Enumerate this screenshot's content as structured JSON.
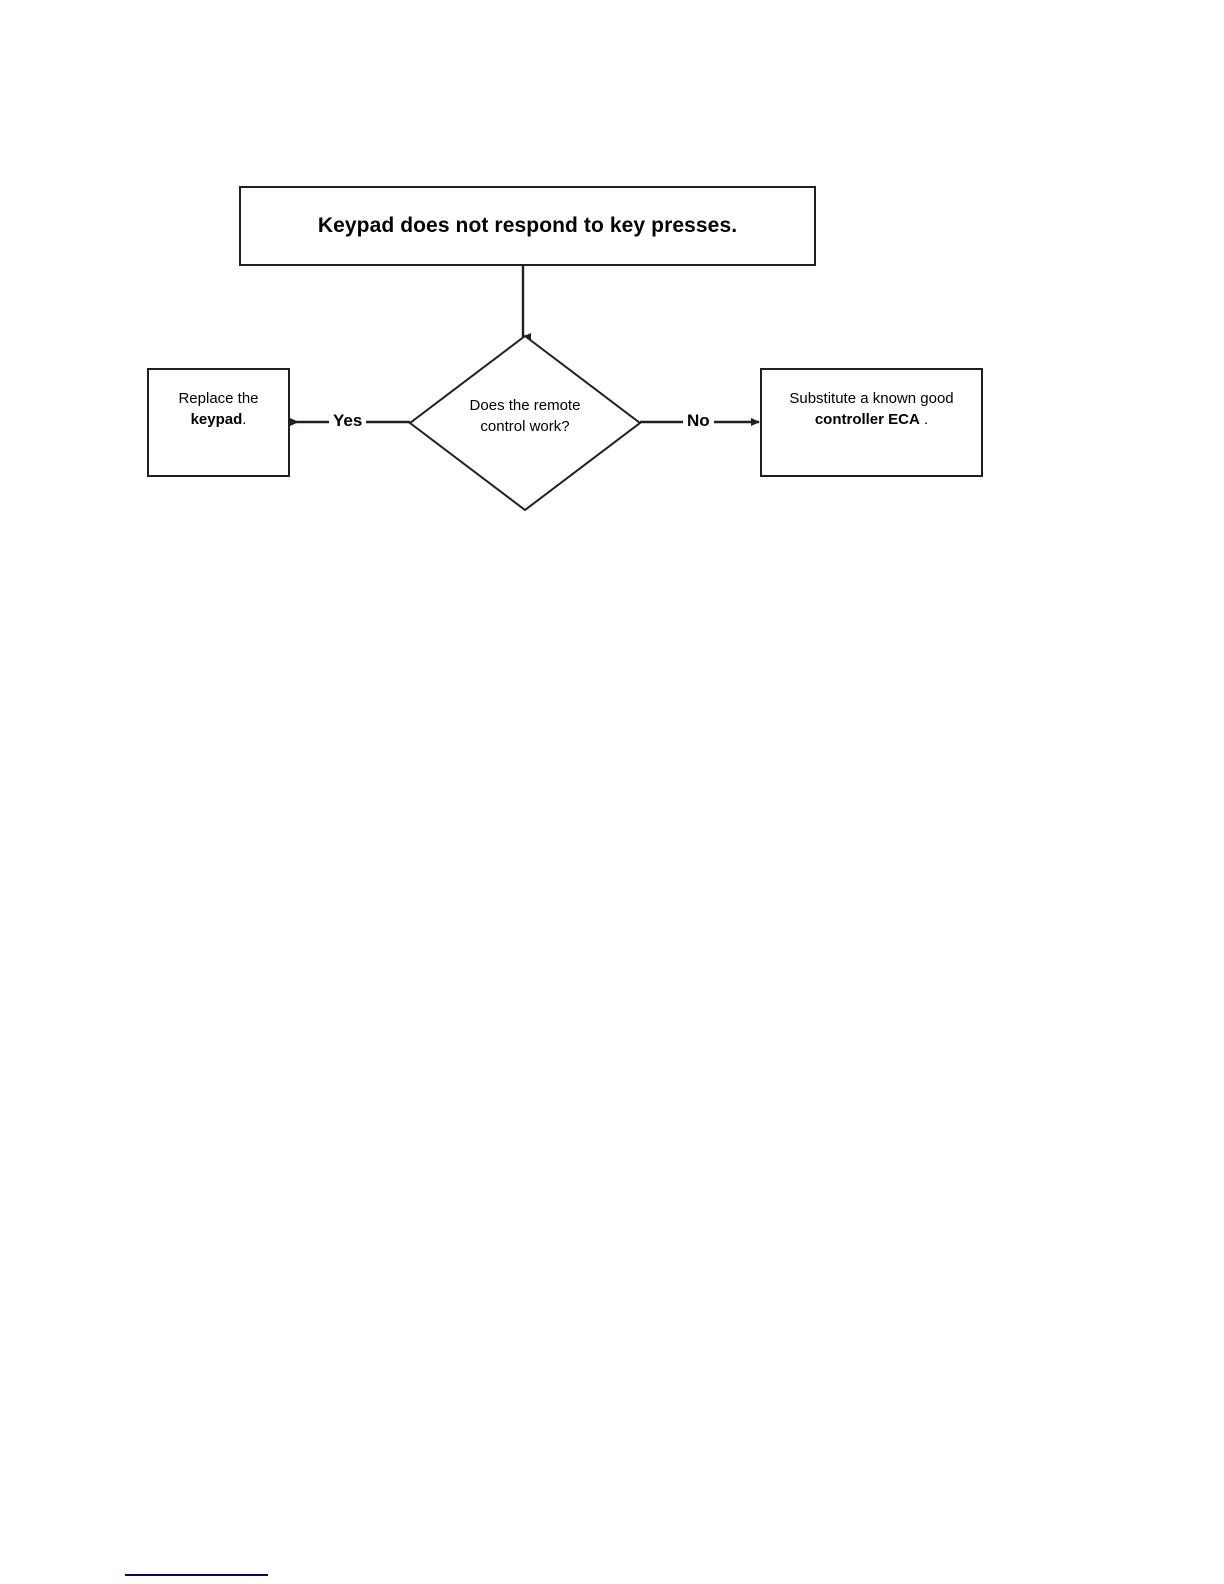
{
  "diagram": {
    "type": "flowchart",
    "title": "Keypad troubleshooting flowchart",
    "nodes": {
      "problem": {
        "shape": "rectangle",
        "text": "Keypad does not respond to key presses."
      },
      "decision": {
        "shape": "diamond",
        "line1": "Does the remote",
        "line2": "control work?"
      },
      "replace_keypad": {
        "shape": "rectangle",
        "line1_plain": "Replace the",
        "line2_bold": "keypad",
        "line2_suffix": "."
      },
      "substitute_controller": {
        "shape": "rectangle",
        "line1_plain": "Substitute a known good",
        "line2_bold": "controller ECA",
        "line2_suffix": " ."
      }
    },
    "edges": {
      "yes_label": "Yes",
      "no_label": "No"
    },
    "colors": {
      "stroke": "#231f20",
      "text": "#000000",
      "background": "#ffffff",
      "footer_rule": "#000080"
    }
  }
}
